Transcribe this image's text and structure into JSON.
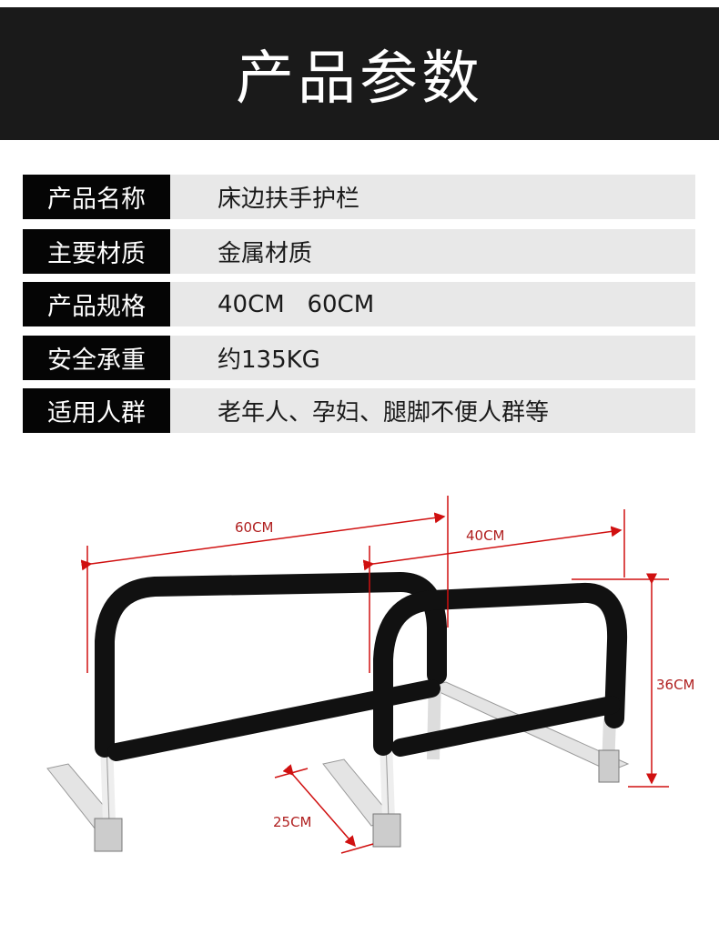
{
  "header": {
    "title": "产品参数"
  },
  "specs": [
    {
      "label": "产品名称",
      "value": "床边扶手护栏"
    },
    {
      "label": "主要材质",
      "value": "金属材质"
    },
    {
      "label": "产品规格",
      "value": "40CM   60CM"
    },
    {
      "label": "安全承重",
      "value": "约135KG"
    },
    {
      "label": "适用人群",
      "value": "老年人、孕妇、腿脚不便人群等"
    }
  ],
  "dimensions": {
    "large_width": "60CM",
    "small_width": "40CM",
    "height": "36CM",
    "depth": "25CM"
  },
  "colors": {
    "dimension": "#d01010",
    "rail": "#111111",
    "leg": "#f4f4f4"
  }
}
